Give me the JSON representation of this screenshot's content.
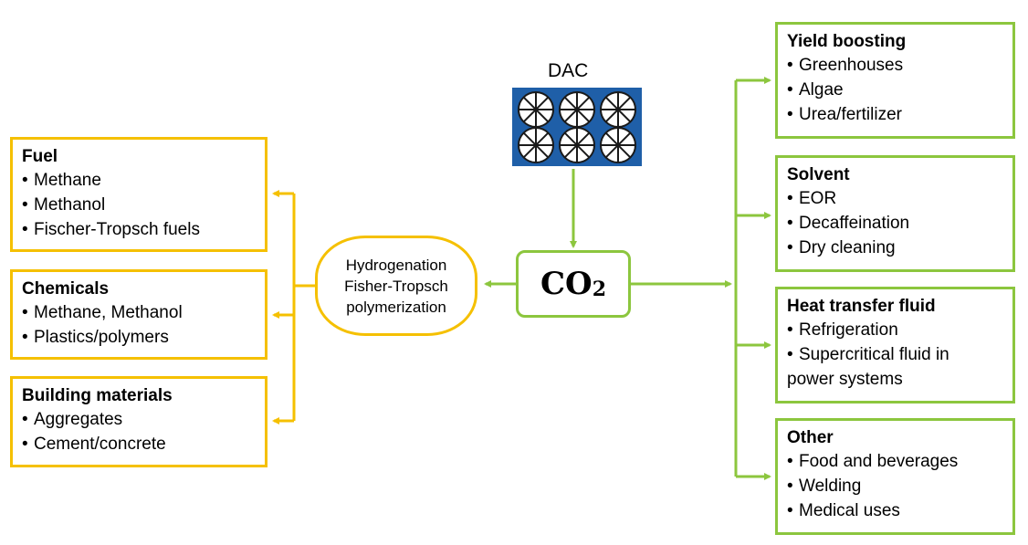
{
  "source": {
    "label": "DAC",
    "icon": "dac-fan-array-icon"
  },
  "center": {
    "label": "CO",
    "subscript": "2"
  },
  "process": {
    "lines": [
      "Hydrogenation",
      "Fisher-Tropsch",
      "polymerization"
    ]
  },
  "left_boxes": [
    {
      "title": "Fuel",
      "items": [
        "Methane",
        "Methanol",
        "Fischer-Tropsch fuels"
      ]
    },
    {
      "title": "Chemicals",
      "items": [
        "Methane, Methanol",
        "Plastics/polymers"
      ]
    },
    {
      "title": "Building materials",
      "items": [
        "Aggregates",
        "Cement/concrete"
      ]
    }
  ],
  "right_boxes": [
    {
      "title": "Yield boosting",
      "items": [
        "Greenhouses",
        "Algae",
        "Urea/fertilizer"
      ]
    },
    {
      "title": "Solvent",
      "items": [
        "EOR",
        "Decaffeination",
        "Dry cleaning"
      ]
    },
    {
      "title": "Heat transfer fluid",
      "items": [
        "Refrigeration",
        "Supercritical fluid in",
        "power systems"
      ]
    },
    {
      "title": "Other",
      "items": [
        "Food and beverages",
        "Welding",
        "Medical uses"
      ]
    }
  ],
  "colors": {
    "utilization_path": "#f5c000",
    "direct_use_path": "#8cc63e",
    "dac_panel": "#1f5fa8"
  }
}
